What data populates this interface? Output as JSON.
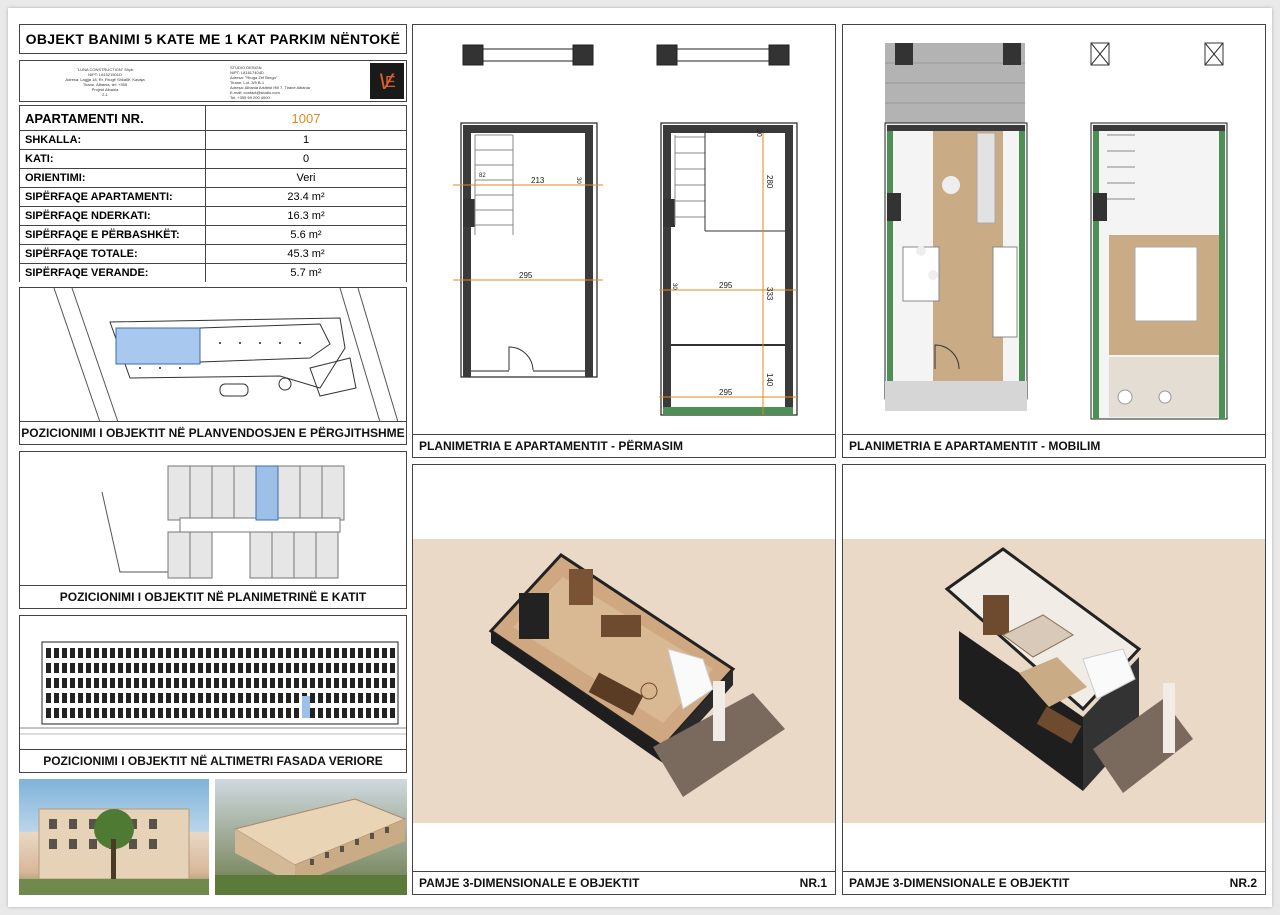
{
  "title": "OBJEKT BANIMI 5 KATE ME 1 KAT PARKIM NËNTOKË",
  "credits": {
    "left": [
      "\"LUNA CONSTRUCTION\" Shpk",
      "NIPT: L61521501D",
      "Adresa: Lagjja 18, Rr. Rrugë Shkallë, Kavaja",
      "Tirane, Albania, tel: +355",
      "Projekt Albania",
      "2-1"
    ],
    "right": [
      "STUDIO DESIGN",
      "NIPT: L81617404D",
      "Adresa: \"Rruga Zef Bregu\"",
      "Tirane, Lot. 3/5 B-1",
      "Adresa: Albania Arkitekt Hill 7, Tirane Albania",
      "E-mail: contact@studio.com",
      "Tel: +355 69 200 4000"
    ]
  },
  "info": {
    "apt_label": "APARTAMENTI NR.",
    "apt_number": "1007",
    "rows": [
      {
        "label": "SHKALLA:",
        "value": "1"
      },
      {
        "label": "KATI:",
        "value": "0"
      },
      {
        "label": "ORIENTIMI:",
        "value": "Veri"
      },
      {
        "label": "SIPËRFAQE APARTAMENTI:",
        "value": "23.4 m²"
      },
      {
        "label": "SIPËRFAQE NDERKATI:",
        "value": "16.3 m²"
      },
      {
        "label": "SIPËRFAQE E PËRBASHKËT:",
        "value": "5.6 m²"
      },
      {
        "label": "SIPËRFAQE TOTALE:",
        "value": "45.3 m²"
      },
      {
        "label": "SIPËRFAQE VERANDE:",
        "value": "5.7 m²"
      }
    ]
  },
  "captions": {
    "site": "POZICIONIMI I OBJEKTIT NË PLANVENDOSJEN E PËRGJITHSHME",
    "floor": "POZICIONIMI I OBJEKTIT NË PLANIMETRINË E KATIT",
    "facade": "POZICIONIMI I OBJEKTIT NË ALTIMETRI FASADA VERIORE",
    "plan_dim": "PLANIMETRIA E APARTAMENTIT - PËRMASIM",
    "plan_furn": "PLANIMETRIA E APARTAMENTIT - MOBILIM",
    "view1": "PAMJE 3-DIMENSIONALE E OBJEKTIT",
    "view1_nr": "NR.1",
    "view2": "PAMJE 3-DIMENSIONALE E OBJEKTIT",
    "view2_nr": "NR.2"
  },
  "dimensions": {
    "d213": "213",
    "d295a": "295",
    "d295b": "295",
    "d295c": "295",
    "d280": "280",
    "d333": "333",
    "d140": "140",
    "d20": "20",
    "d30": "30",
    "d82": "82"
  },
  "colors": {
    "accent": "#e08a1e",
    "highlight": "#9cc0e8",
    "wall": "#3a3a3a",
    "floor_wood": "#c9ab85"
  }
}
